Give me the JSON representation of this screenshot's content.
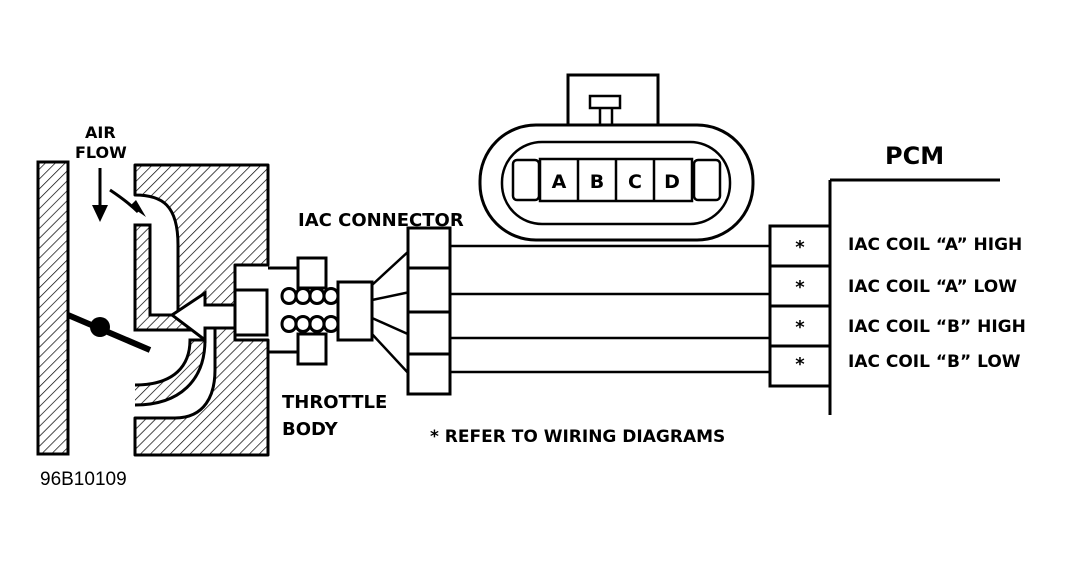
{
  "labels": {
    "air_flow_line1": "AIR",
    "air_flow_line2": "FLOW",
    "iac_connector": "IAC CONNECTOR",
    "throttle_body_line1": "THROTTLE",
    "throttle_body_line2": "BODY",
    "pcm": "PCM",
    "refer_note": "* REFER TO WIRING DIAGRAMS",
    "figure_id": "96B10109"
  },
  "connector_pins": [
    "A",
    "B",
    "C",
    "D"
  ],
  "pcm_terminals": [
    {
      "marker": "*",
      "circuit": "IAC COIL “A” HIGH"
    },
    {
      "marker": "*",
      "circuit": "IAC COIL “A” LOW"
    },
    {
      "marker": "*",
      "circuit": "IAC COIL “B” HIGH"
    },
    {
      "marker": "*",
      "circuit": "IAC COIL “B” LOW"
    }
  ],
  "colors": {
    "line": "#000000",
    "background": "#ffffff"
  }
}
